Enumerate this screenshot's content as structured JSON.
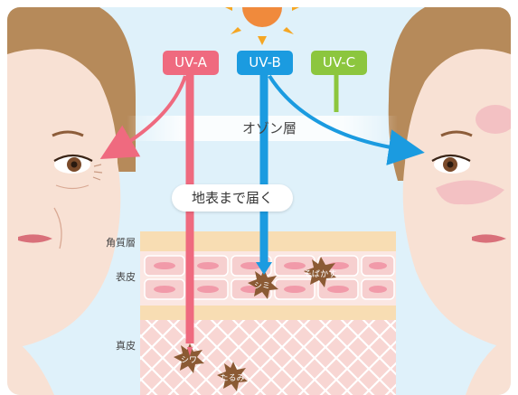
{
  "rays": {
    "uva": {
      "label": "UV-A",
      "color": "#ef6a7f"
    },
    "uvb": {
      "label": "UV-B",
      "color": "#1b9be0"
    },
    "uvc": {
      "label": "UV-C",
      "color": "#8cc63e"
    }
  },
  "ozone_label": "オゾン層",
  "reach_label": "地表まで届く",
  "layers": {
    "stratum_corneum": "角質層",
    "epidermis": "表皮",
    "dermis": "真皮"
  },
  "damage": {
    "spot": "シミ",
    "freckles": "そばかす",
    "wrinkle": "シワ",
    "sagging": "たるみ"
  },
  "colors": {
    "background": "#dff1fa",
    "skin": "#f8e1d4",
    "hair": "#b68a5a",
    "corneum": "#f8ddb3",
    "epidermis": "#fbe7e3",
    "dermis": "#f7d3d0",
    "cell": "#f19aa9",
    "damage_star": "#8b5a34"
  }
}
